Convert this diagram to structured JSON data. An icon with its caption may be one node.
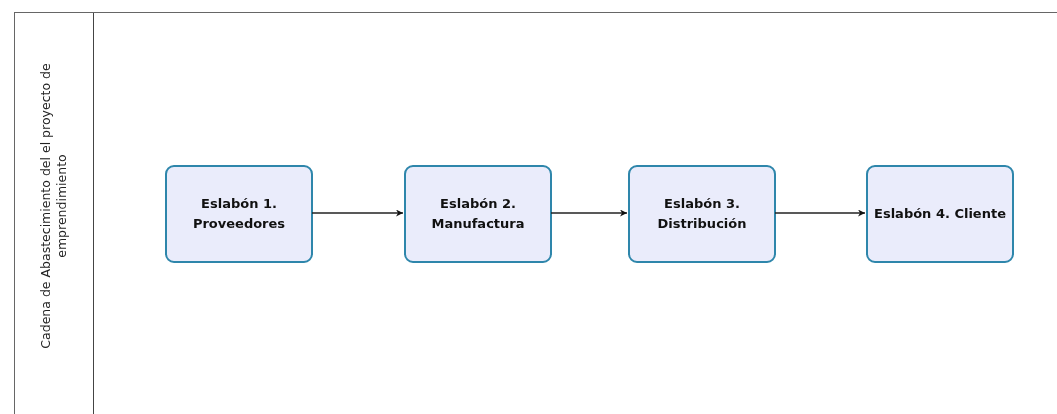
{
  "diagram": {
    "nodes": [
      {
        "text": [
          "Cadena de Abastecimiento del el proyecto de emprendimiento"
        ]
      },
      {
        "text": [
          "Eslabón 1. Proveedores"
        ],
        "in": 0
      },
      {
        "text": [
          "Eslabón 2. Manufactura"
        ],
        "in": 0
      },
      {
        "text": [
          "Eslabón 3. Distribución"
        ],
        "in": 0
      },
      {
        "text": [
          "Eslabón 4. Cliente"
        ],
        "in": 0
      }
    ],
    "edges": [
      {
        "from": 1,
        "to": 2,
        "arrow": "to"
      },
      {
        "from": 2,
        "to": 3,
        "arrow": "to"
      },
      {
        "from": 3,
        "to": 4,
        "arrow": "to"
      }
    ]
  }
}
